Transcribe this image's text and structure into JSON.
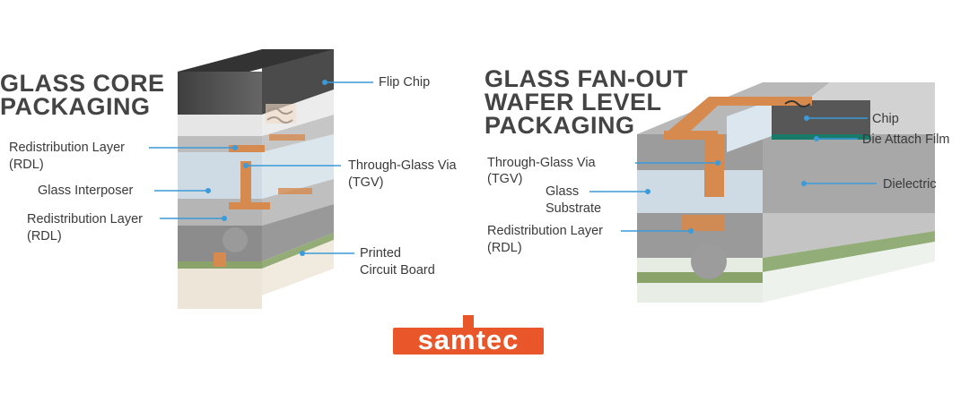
{
  "diagrams": [
    {
      "title_lines": [
        "GLASS CORE",
        "PACKAGING"
      ],
      "labels": {
        "flip_chip": "Flip Chip",
        "rdl_top": [
          "Redistribution Layer",
          "(RDL)"
        ],
        "tgv": [
          "Through-Glass Via",
          "(TGV)"
        ],
        "interposer": "Glass Interposer",
        "rdl_bottom": [
          "Redistribution Layer",
          "(RDL)"
        ],
        "pcb": [
          "Printed",
          "Circuit Board"
        ]
      }
    },
    {
      "title_lines": [
        "GLASS FAN-OUT",
        "WAFER LEVEL",
        "PACKAGING"
      ],
      "labels": {
        "chip": "Chip",
        "die_attach": "Die Attach Film",
        "tgv": [
          "Through-Glass Via",
          "(TGV)"
        ],
        "substrate": [
          "Glass",
          "Substrate"
        ],
        "dielectric": "Dielectric",
        "rdl": [
          "Redistribution Layer",
          "(RDL)"
        ]
      }
    }
  ],
  "logo": {
    "text": "samtec",
    "color": "#e8562a"
  },
  "colors": {
    "callout": "#3b9ad9",
    "copper": "#d68a4e",
    "chip": "#505050",
    "glass": "#cfdbe4",
    "green": "#8aa36a",
    "die_film": "#1a7a6a"
  }
}
